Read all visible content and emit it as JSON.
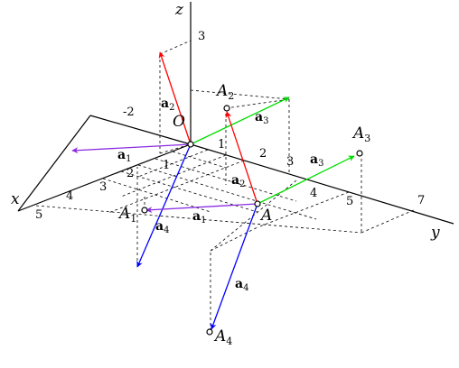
{
  "axes": {
    "x_label": "x",
    "y_label": "y",
    "z_label": "z"
  },
  "ticks": {
    "x_neg2": "-2",
    "x_1": "1",
    "x_2": "2",
    "x_3": "3",
    "x_4": "4",
    "x_5": "5",
    "y_1": "1",
    "y_2": "2",
    "y_3": "3",
    "y_4": "4",
    "y_5": "5",
    "y_7": "7",
    "z_3": "3"
  },
  "points": {
    "origin": {
      "name": "O"
    },
    "A": {
      "name": "A",
      "sub": ""
    },
    "A1": {
      "name": "A",
      "sub": "1"
    },
    "A2": {
      "name": "A",
      "sub": "2"
    },
    "A3": {
      "name": "A",
      "sub": "3"
    },
    "A4": {
      "name": "A",
      "sub": "4"
    }
  },
  "vectors": {
    "a1": {
      "name": "a",
      "sub": "1",
      "color": "#8a2be2"
    },
    "a2": {
      "name": "a",
      "sub": "2",
      "color": "#ff0000"
    },
    "a3": {
      "name": "a",
      "sub": "3",
      "color": "#00dd00"
    },
    "a4": {
      "name": "a",
      "sub": "4",
      "color": "#0000ff"
    }
  },
  "colors": {
    "axis": "#000000",
    "guide": "#000000"
  }
}
